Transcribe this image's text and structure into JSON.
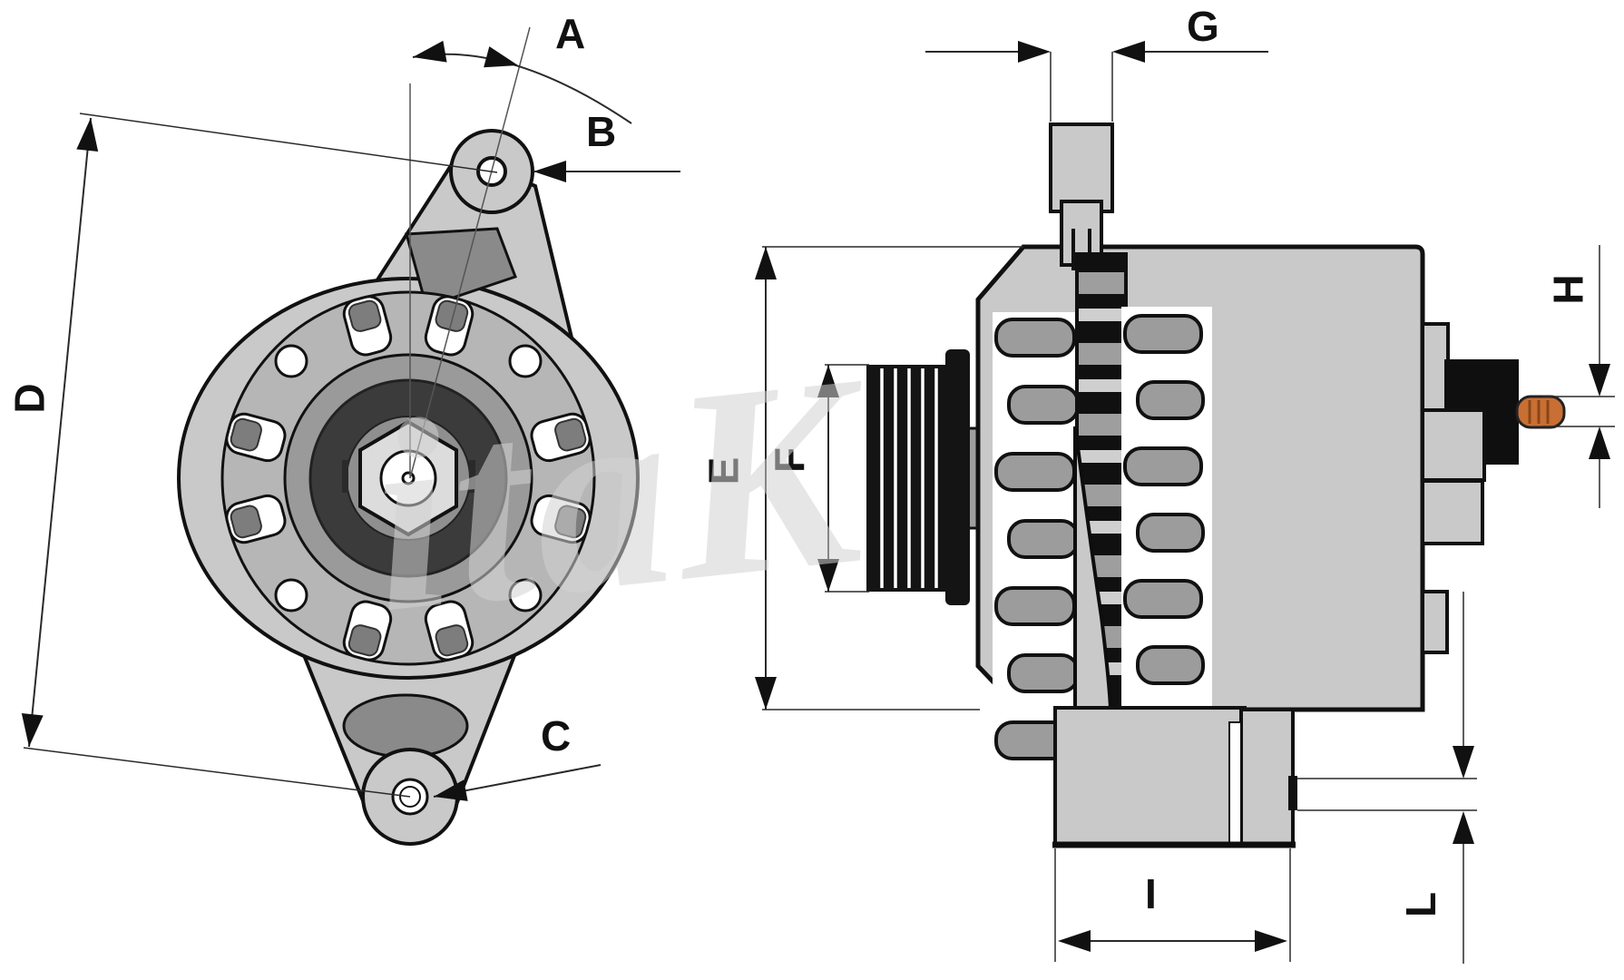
{
  "watermark": {
    "text": "itaK"
  },
  "dims": {
    "A": "A",
    "B": "B",
    "C": "C",
    "D": "D",
    "E": "E",
    "F": "F",
    "G": "G",
    "H": "H",
    "I": "I",
    "L": "L"
  },
  "views": {
    "front": "alternator-front-view",
    "side": "alternator-side-view"
  },
  "colors": {
    "background": "#ffffff",
    "body_gray": "#c9c9c9",
    "mid_gray": "#9a9a9a",
    "web_gray": "#8a8a8a",
    "fan_gray": "#7d7d7d",
    "dark_ring": "#3b3b3b",
    "pulley_black": "#141414",
    "terminal_black": "#0f0f0f",
    "stud_orange": "#c86f33",
    "outline": "#111111",
    "dimension_line": "#2a2a2a",
    "watermark_gray": "#d2d2d2"
  }
}
